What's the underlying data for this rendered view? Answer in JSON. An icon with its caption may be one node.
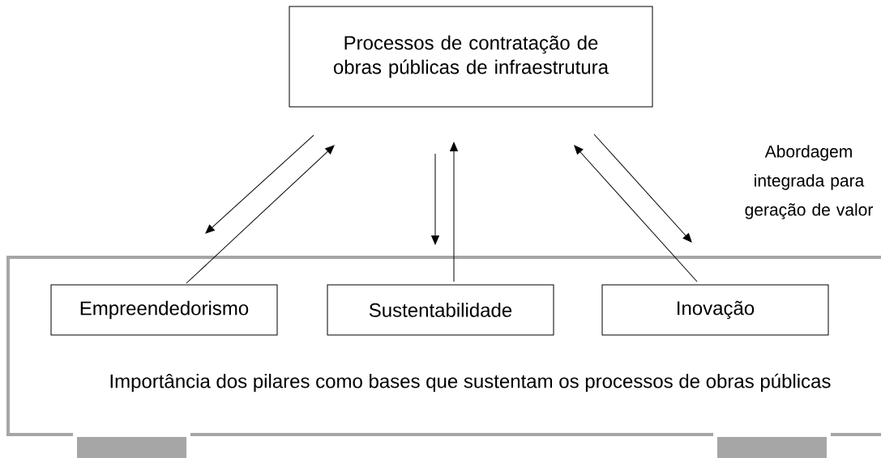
{
  "diagram": {
    "nodes": [
      {
        "text": [
          "Processos de contratação de obras públicas de infraestrutura"
        ]
      },
      {
        "text": [
          "Importância dos pilares como bases que sustentam os processos de obras públicas"
        ]
      },
      {
        "text": [
          "Empreendedorismo"
        ],
        "in": 1
      },
      {
        "text": [
          "Sustentabilidade"
        ],
        "in": 1
      },
      {
        "text": [
          "Inovação"
        ],
        "in": 1
      }
    ],
    "edges": [
      {
        "from": 0,
        "to": 2,
        "arrow": "to"
      },
      {
        "from": 2,
        "to": 0,
        "arrow": "to"
      },
      {
        "from": 0,
        "to": 3,
        "arrow": "to"
      },
      {
        "from": 3,
        "to": 0,
        "arrow": "to"
      },
      {
        "from": 4,
        "to": 0,
        "arrow": "to"
      },
      {
        "from": 0,
        "to": 4,
        "arrow": "to"
      }
    ],
    "labels": [
      "Abordagem integrada para geração de valor"
    ]
  }
}
